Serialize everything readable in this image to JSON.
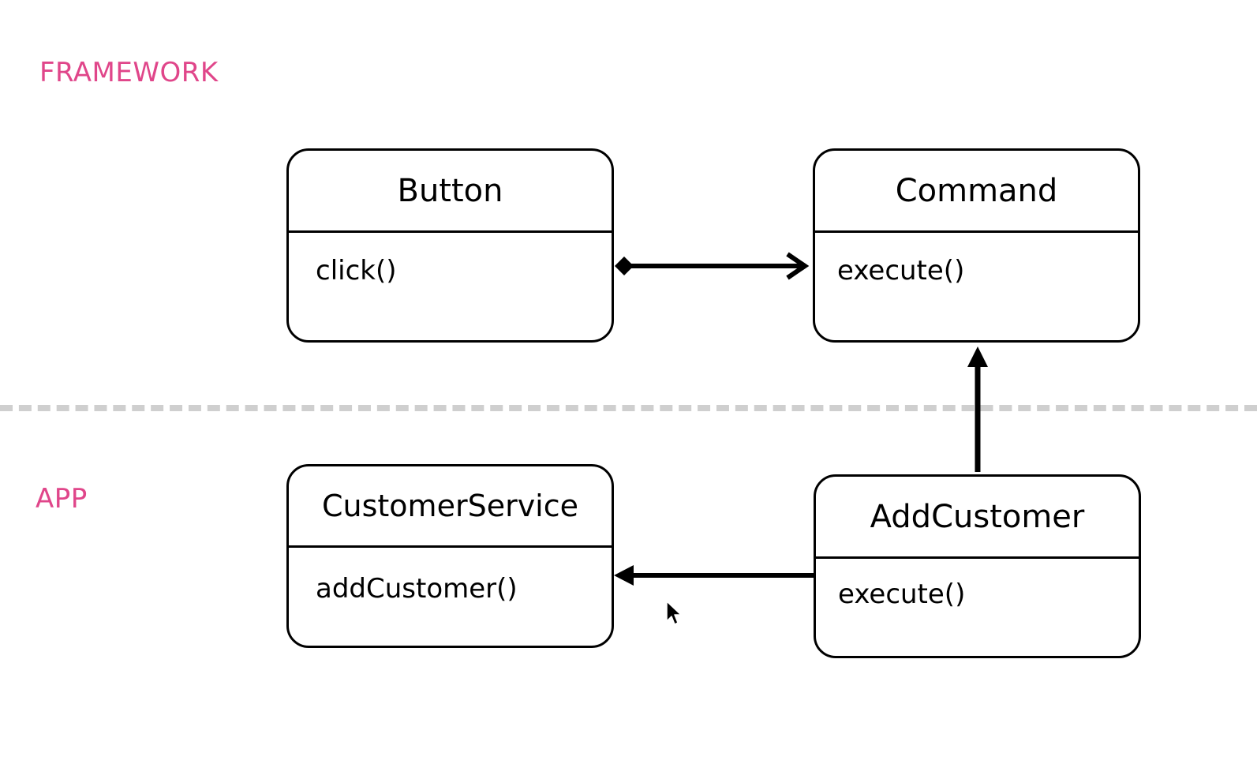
{
  "layers": {
    "framework_label": "FRAMEWORK",
    "app_label": "APP",
    "label_color": "#e0468a"
  },
  "classes": {
    "button": {
      "name": "Button",
      "method": "click()"
    },
    "command": {
      "name": "Command",
      "method": "execute()"
    },
    "customer_service": {
      "name": "CustomerService",
      "method": "addCustomer()"
    },
    "add_customer": {
      "name": "AddCustomer",
      "method": "execute()"
    }
  },
  "relationships": [
    {
      "from": "Button",
      "to": "Command",
      "type": "composition"
    },
    {
      "from": "AddCustomer",
      "to": "Command",
      "type": "inheritance"
    },
    {
      "from": "AddCustomer",
      "to": "CustomerService",
      "type": "association"
    }
  ]
}
